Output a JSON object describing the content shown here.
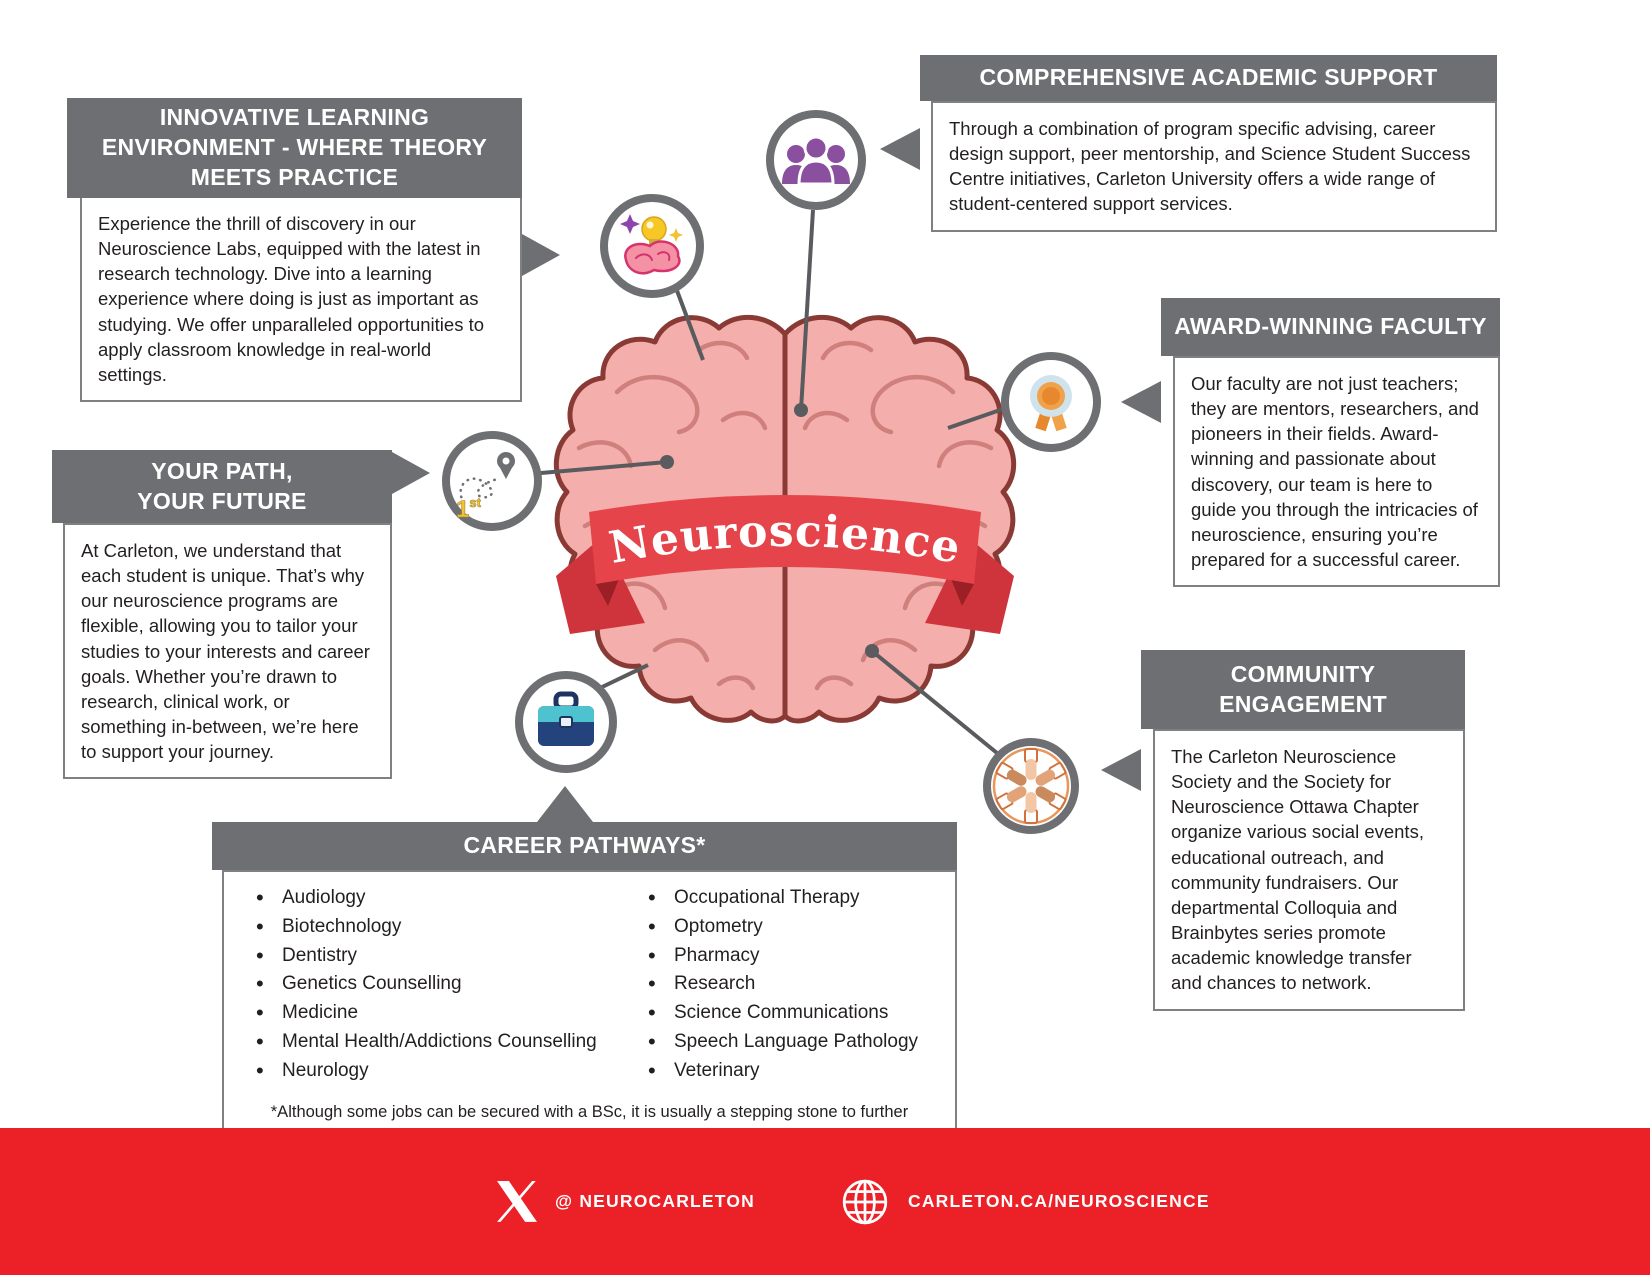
{
  "banner": {
    "title": "Neuroscience"
  },
  "colors": {
    "accent_red": "#EC2027",
    "ribbon_red": "#E6444B",
    "header_gray": "#6E6F72",
    "brain_pink": "#F4AEAB",
    "people_purple": "#8A4F9E",
    "briefcase_teal": "#4EC3CF",
    "briefcase_blue": "#24437C"
  },
  "callouts": {
    "innovative": {
      "title": "INNOVATIVE LEARNING\nENVIRONMENT - WHERE THEORY\nMEETS PRACTICE",
      "body": "Experience the thrill of discovery in our Neuroscience Labs, equipped with the latest in research technology. Dive into a learning experience where doing is just as important as studying. We offer unparalleled opportunities to apply classroom knowledge in real-world settings."
    },
    "academic_support": {
      "title": "COMPREHENSIVE ACADEMIC SUPPORT",
      "body": "Through a combination of program specific advising, career design support, peer mentorship, and Science Student Success Centre initiatives, Carleton University offers a wide range of student-centered support services."
    },
    "faculty": {
      "title": "AWARD-WINNING FACULTY",
      "body": "Our faculty are not just teachers; they are mentors, researchers, and pioneers in their fields. Award-winning and passionate about discovery, our team is here to guide you through the intricacies of neuroscience, ensuring you’re prepared for a successful career."
    },
    "your_path": {
      "title": "YOUR PATH,\nYOUR FUTURE",
      "body": "At Carleton, we understand that each student is unique. That’s why our neuroscience programs are flexible, allowing you to tailor your studies to your interests and career goals. Whether you’re drawn to research, clinical work, or something in-between, we’re here to support your journey."
    },
    "community": {
      "title": "COMMUNITY\nENGAGEMENT",
      "body": "The Carleton Neuroscience Society and the Society for Neuroscience Ottawa Chapter organize various social events, educational outreach, and community fundraisers. Our departmental Colloquia and Brainbytes series promote academic knowledge transfer and chances to network."
    }
  },
  "career": {
    "title": "CAREER PATHWAYS*",
    "column_left": [
      "Audiology",
      "Biotechnology",
      "Dentistry",
      "Genetics Counselling",
      "Medicine",
      "Mental Health/Addictions Counselling",
      "Neurology"
    ],
    "column_right": [
      "Occupational Therapy",
      "Optometry",
      "Pharmacy",
      "Research",
      "Science Communications",
      "Speech Language Pathology",
      "Veterinary"
    ],
    "footnote": "*Although some jobs can be secured with a BSc, it is usually a stepping stone to further education."
  },
  "icons": {
    "learning": "brain-lightbulb-icon",
    "academic_support": "people-group-icon",
    "faculty": "award-medal-icon",
    "your_path": "first-place-path-icon",
    "career": "briefcase-icon",
    "community": "joined-hands-icon",
    "footer_social": "x-twitter-icon",
    "footer_web": "globe-icon"
  },
  "footer": {
    "twitter_handle": "@ NEUROCARLETON",
    "website": "CARLETON.CA/NEUROSCIENCE"
  }
}
